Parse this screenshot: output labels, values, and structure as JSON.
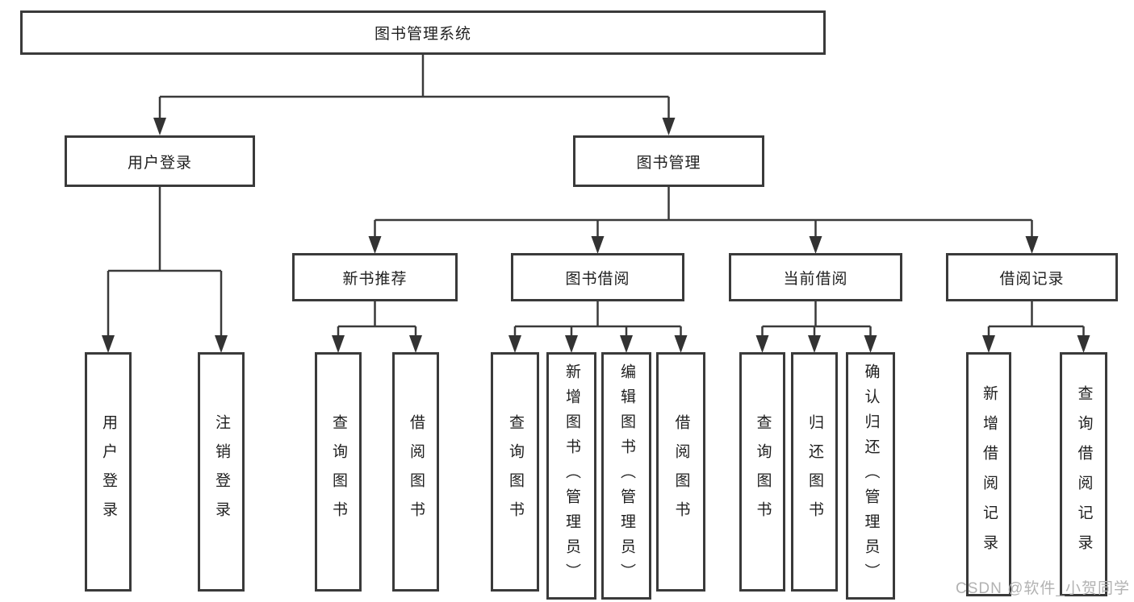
{
  "watermark": "CSDN @软件_小贺同学",
  "colors": {
    "line": "#3a3a3a",
    "box_border": "#3a3a3a",
    "text": "#1f1f1f",
    "watermark": "#b2b2b2",
    "background": "#ffffff"
  },
  "tree": {
    "root": {
      "label": "图书管理系统"
    },
    "children": [
      {
        "label": "用户登录",
        "children": [
          {
            "label": "用户登录"
          },
          {
            "label": "注销登录"
          }
        ]
      },
      {
        "label": "图书管理",
        "children": [
          {
            "label": "新书推荐",
            "children": [
              {
                "label": "查询图书"
              },
              {
                "label": "借阅图书"
              }
            ]
          },
          {
            "label": "图书借阅",
            "children": [
              {
                "label": "查询图书"
              },
              {
                "label": "新增图书（管理员）"
              },
              {
                "label": "编辑图书（管理员）"
              },
              {
                "label": "借阅图书"
              }
            ]
          },
          {
            "label": "当前借阅",
            "children": [
              {
                "label": "查询图书"
              },
              {
                "label": "归还图书"
              },
              {
                "label": "确认归还（管理员）"
              }
            ]
          },
          {
            "label": "借阅记录",
            "children": [
              {
                "label": "新增借阅记录"
              },
              {
                "label": "查询借阅记录"
              }
            ]
          }
        ]
      }
    ]
  }
}
